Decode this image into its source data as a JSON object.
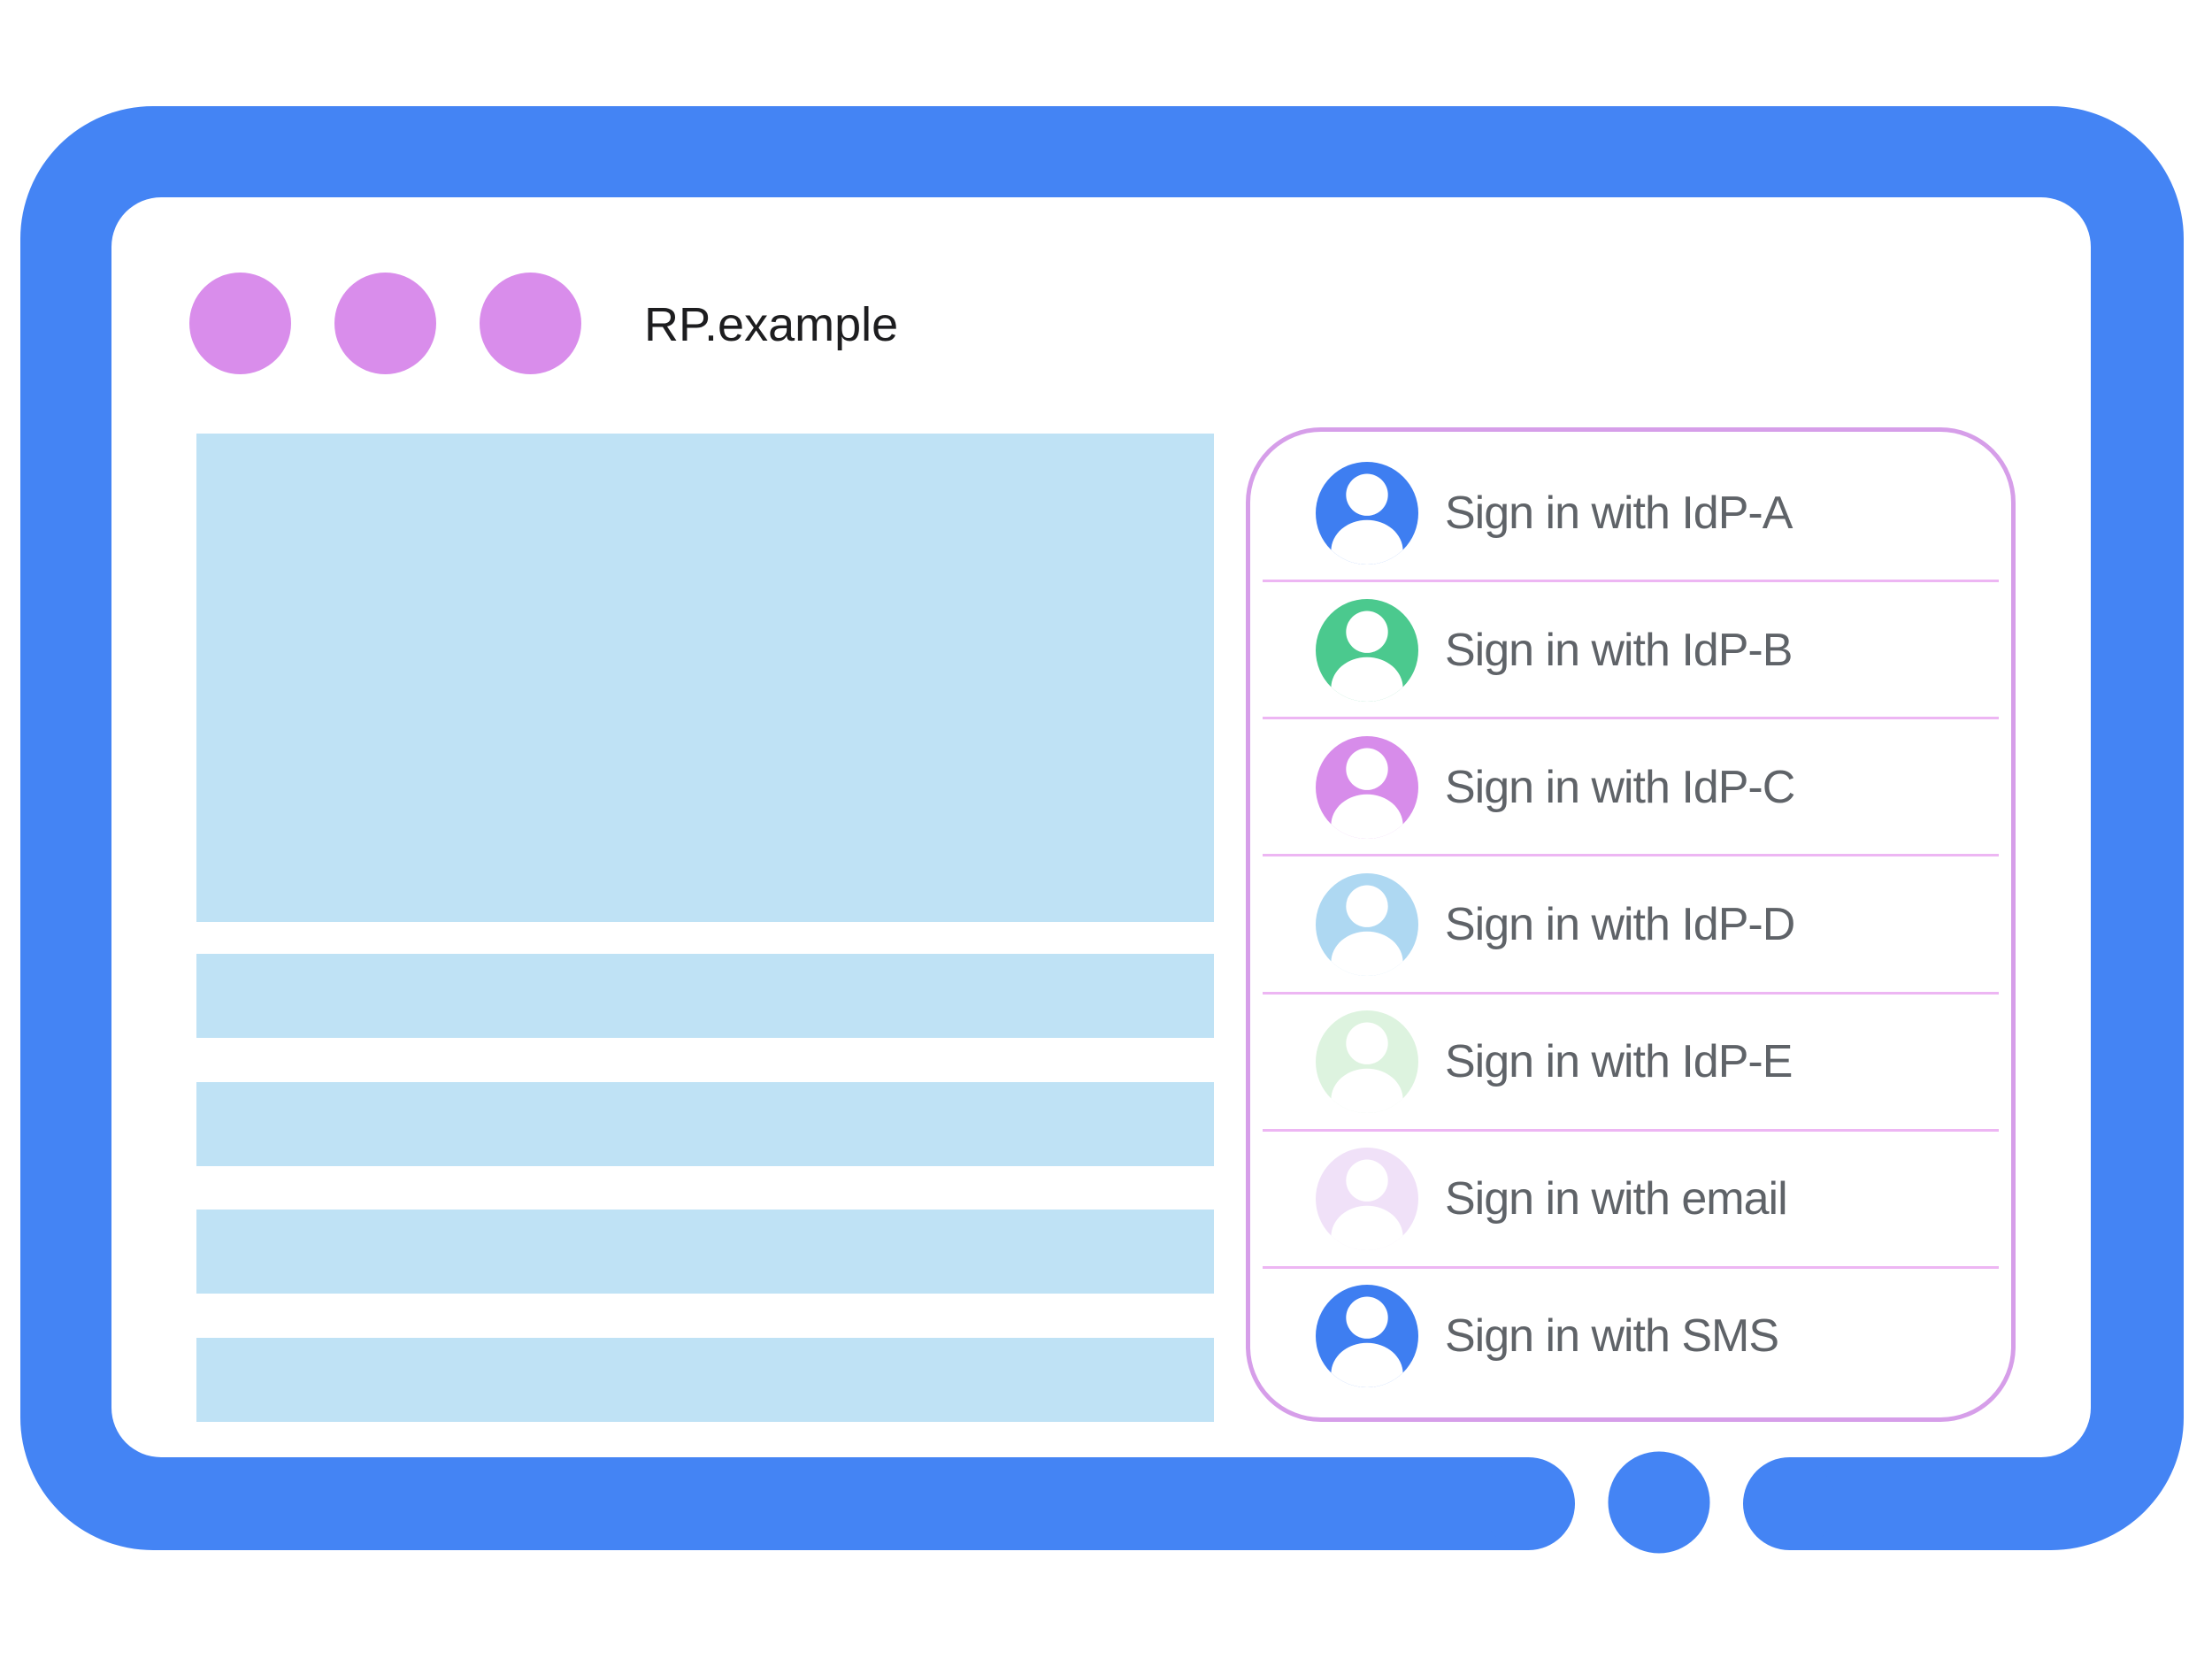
{
  "browser_frame": {
    "address_label": "RP.example",
    "window_dots": 3
  },
  "sign_in_panel": {
    "options": [
      {
        "label": "Sign in with IdP-A",
        "avatar_icon": "person-icon",
        "avatar_color": "#3E7EF1"
      },
      {
        "label": "Sign in with IdP-B",
        "avatar_icon": "person-icon",
        "avatar_color": "#4BC98E"
      },
      {
        "label": "Sign in with IdP-C",
        "avatar_icon": "person-icon",
        "avatar_color": "#D78CEA"
      },
      {
        "label": "Sign in with IdP-D",
        "avatar_icon": "person-icon",
        "avatar_color": "#AED8F2"
      },
      {
        "label": "Sign in with IdP-E",
        "avatar_icon": "person-icon",
        "avatar_color": "#DDF3DF"
      },
      {
        "label": "Sign in with email",
        "avatar_icon": "person-icon",
        "avatar_color": "#F0E1F8"
      },
      {
        "label": "Sign in with SMS",
        "avatar_icon": "person-icon",
        "avatar_color": "#3E7EF1"
      }
    ]
  },
  "colors": {
    "frame_blue": "#4484F4",
    "window_dot_purple": "#D98DEB",
    "placeholder_blue": "#BFE2F5",
    "panel_border": "#D69EE9",
    "panel_divider": "#EDB6F3",
    "label_gray": "#5F6368",
    "title_black": "#1D1D1F",
    "background": "#FFFFFF",
    "avatar_glyph_white": "#FFFFFF"
  }
}
